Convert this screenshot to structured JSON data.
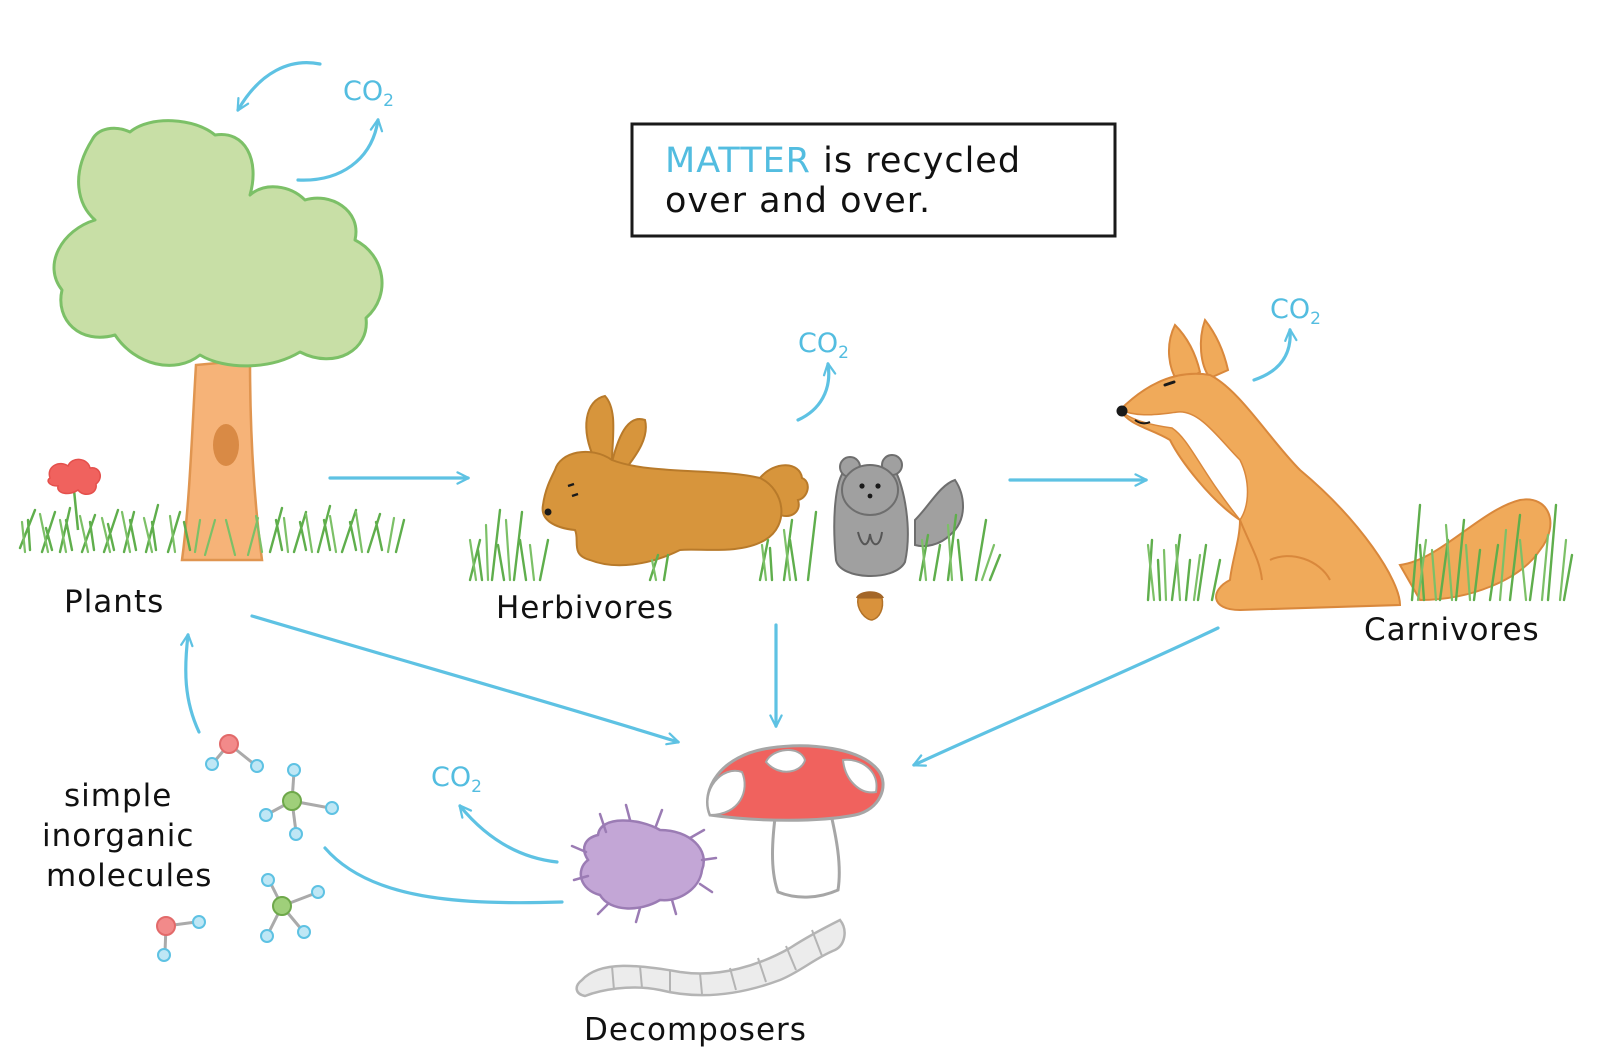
{
  "note": {
    "highlight": "MATTER",
    "line1_rest": " is recycled",
    "line2": "over and over."
  },
  "labels": {
    "plants": "Plants",
    "herbivores": "Herbivores",
    "carnivores": "Carnivores",
    "decomposers": "Decomposers",
    "molecules_line1": "simple",
    "molecules_line2": "inorganic",
    "molecules_line3": "molecules"
  },
  "co2": {
    "main": "CO",
    "sub": "2"
  },
  "colors": {
    "arrow": "#5ec2e3",
    "co2_text": "#53bde0",
    "tree_canopy": "#c8dfa6",
    "tree_trunk": "#f6b378",
    "rabbit": "#d7953c",
    "fox": "#f0aa5a",
    "mouse": "#a0a0a0",
    "mushroom_cap": "#f0625e",
    "microbe": "#c3a6d6",
    "grass": "#5fae4c"
  }
}
